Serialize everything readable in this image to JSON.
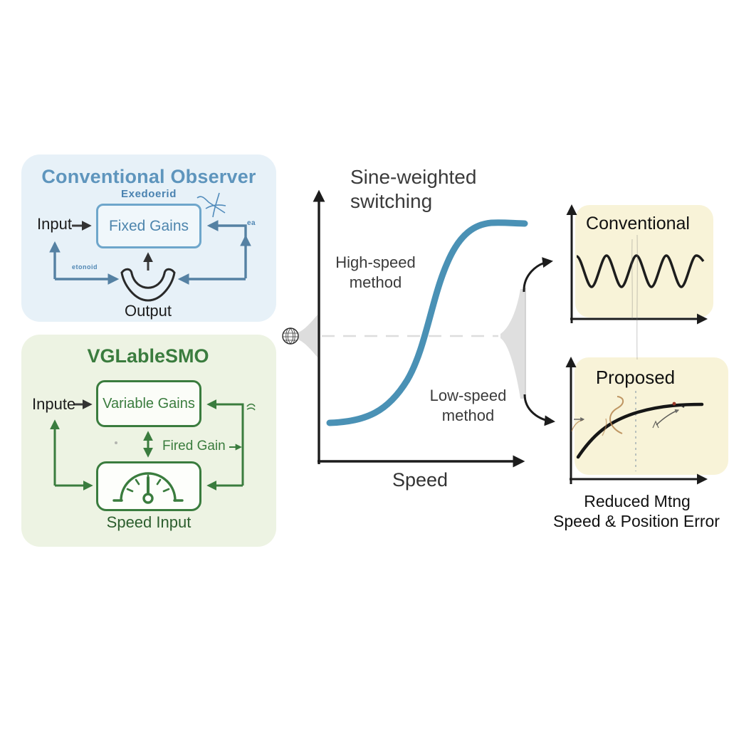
{
  "left_top_panel": {
    "title": "Conventional Observer",
    "gain_box_label": "Fixed Gains",
    "gain_box_top_label": "Exedoerid",
    "input_label": "Input",
    "output_label": "Output",
    "feedback_small_label": "ea",
    "noise_small_label": "etonoid"
  },
  "left_bottom_panel": {
    "title": "VGLableSMO",
    "gain_box_label": "Variable Gains",
    "input_label": "Inpute",
    "link_label": "Fired Gain",
    "speed_box_caption": "Speed Input"
  },
  "center_chart": {
    "title_line1": "Sine-weighted",
    "title_line2": "switching",
    "high_label_line1": "High-speed",
    "high_label_line2": "method",
    "low_label_line1": "Low-speed",
    "low_label_line2": "method",
    "x_axis_label": "Speed",
    "curve_type": "sigmoid"
  },
  "right_results": {
    "top_title": "Conventional",
    "bottom_title": "Proposed",
    "caption_line1": "Reduced Mtng",
    "caption_line2": "Speed & Position Error"
  },
  "icons": {
    "speedometer": "speedometer-icon",
    "mesh_sphere": "mesh-sphere-icon",
    "scribble": "scribble-icon"
  },
  "colors": {
    "panel_blue_bg": "#e7f1f8",
    "blue_accent": "#5e95bd",
    "blue_line": "#5581a3",
    "panel_green_bg": "#edf3e3",
    "green_accent": "#3a7c3e",
    "sigmoid_blue": "#4a91b5",
    "cream_bg": "#f8f3d8",
    "axis_black": "#1c1c1c"
  }
}
